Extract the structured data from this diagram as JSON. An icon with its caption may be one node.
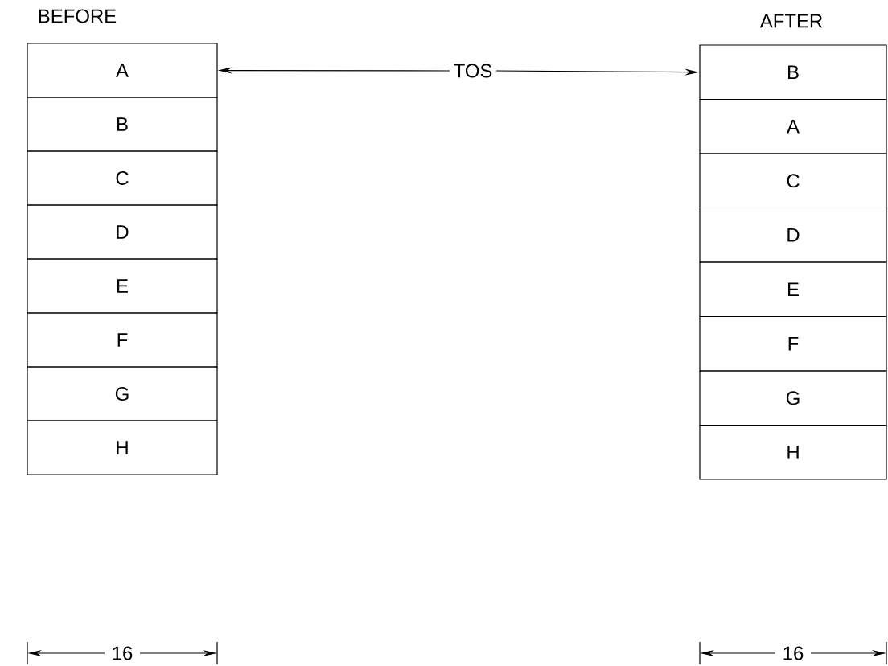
{
  "diagram": {
    "nodes": [
      {
        "text": [
          "A"
        ]
      },
      {
        "text": [
          "B"
        ]
      },
      {
        "text": [
          "C"
        ]
      },
      {
        "text": [
          "D"
        ]
      },
      {
        "text": [
          "E"
        ]
      },
      {
        "text": [
          "F"
        ]
      },
      {
        "text": [
          "G"
        ]
      },
      {
        "text": [
          "H"
        ]
      },
      {
        "text": [
          "TOS"
        ]
      },
      {
        "text": [
          "B"
        ]
      },
      {
        "text": [
          "A"
        ]
      },
      {
        "text": [
          "C"
        ]
      },
      {
        "text": [
          "D"
        ]
      },
      {
        "text": [
          "E"
        ]
      },
      {
        "text": [
          "F"
        ]
      },
      {
        "text": [
          "G"
        ]
      },
      {
        "text": [
          "H"
        ]
      }
    ],
    "edges": [
      {
        "from": 8,
        "to": 0,
        "arrow": "to"
      },
      {
        "from": 8,
        "to": 9,
        "arrow": "to"
      }
    ],
    "labels": [
      "BEFORE",
      "AFTER",
      "16",
      "16"
    ]
  }
}
